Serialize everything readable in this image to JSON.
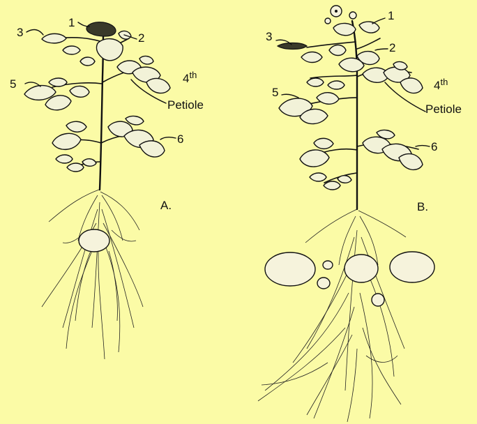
{
  "diagram": {
    "panels": [
      {
        "panel_label": "A.",
        "leaf_labels": [
          "1",
          "2",
          "3",
          "4",
          "5",
          "6"
        ],
        "ordinal_suffix": "th",
        "petiole_label": "Petiole"
      },
      {
        "panel_label": "B.",
        "leaf_labels": [
          "1",
          "2",
          "3",
          "4",
          "5",
          "6"
        ],
        "ordinal_suffix": "th",
        "petiole_label": "Petiole"
      }
    ]
  },
  "colors": {
    "background": "#fbfba6",
    "ink": "#111111"
  }
}
